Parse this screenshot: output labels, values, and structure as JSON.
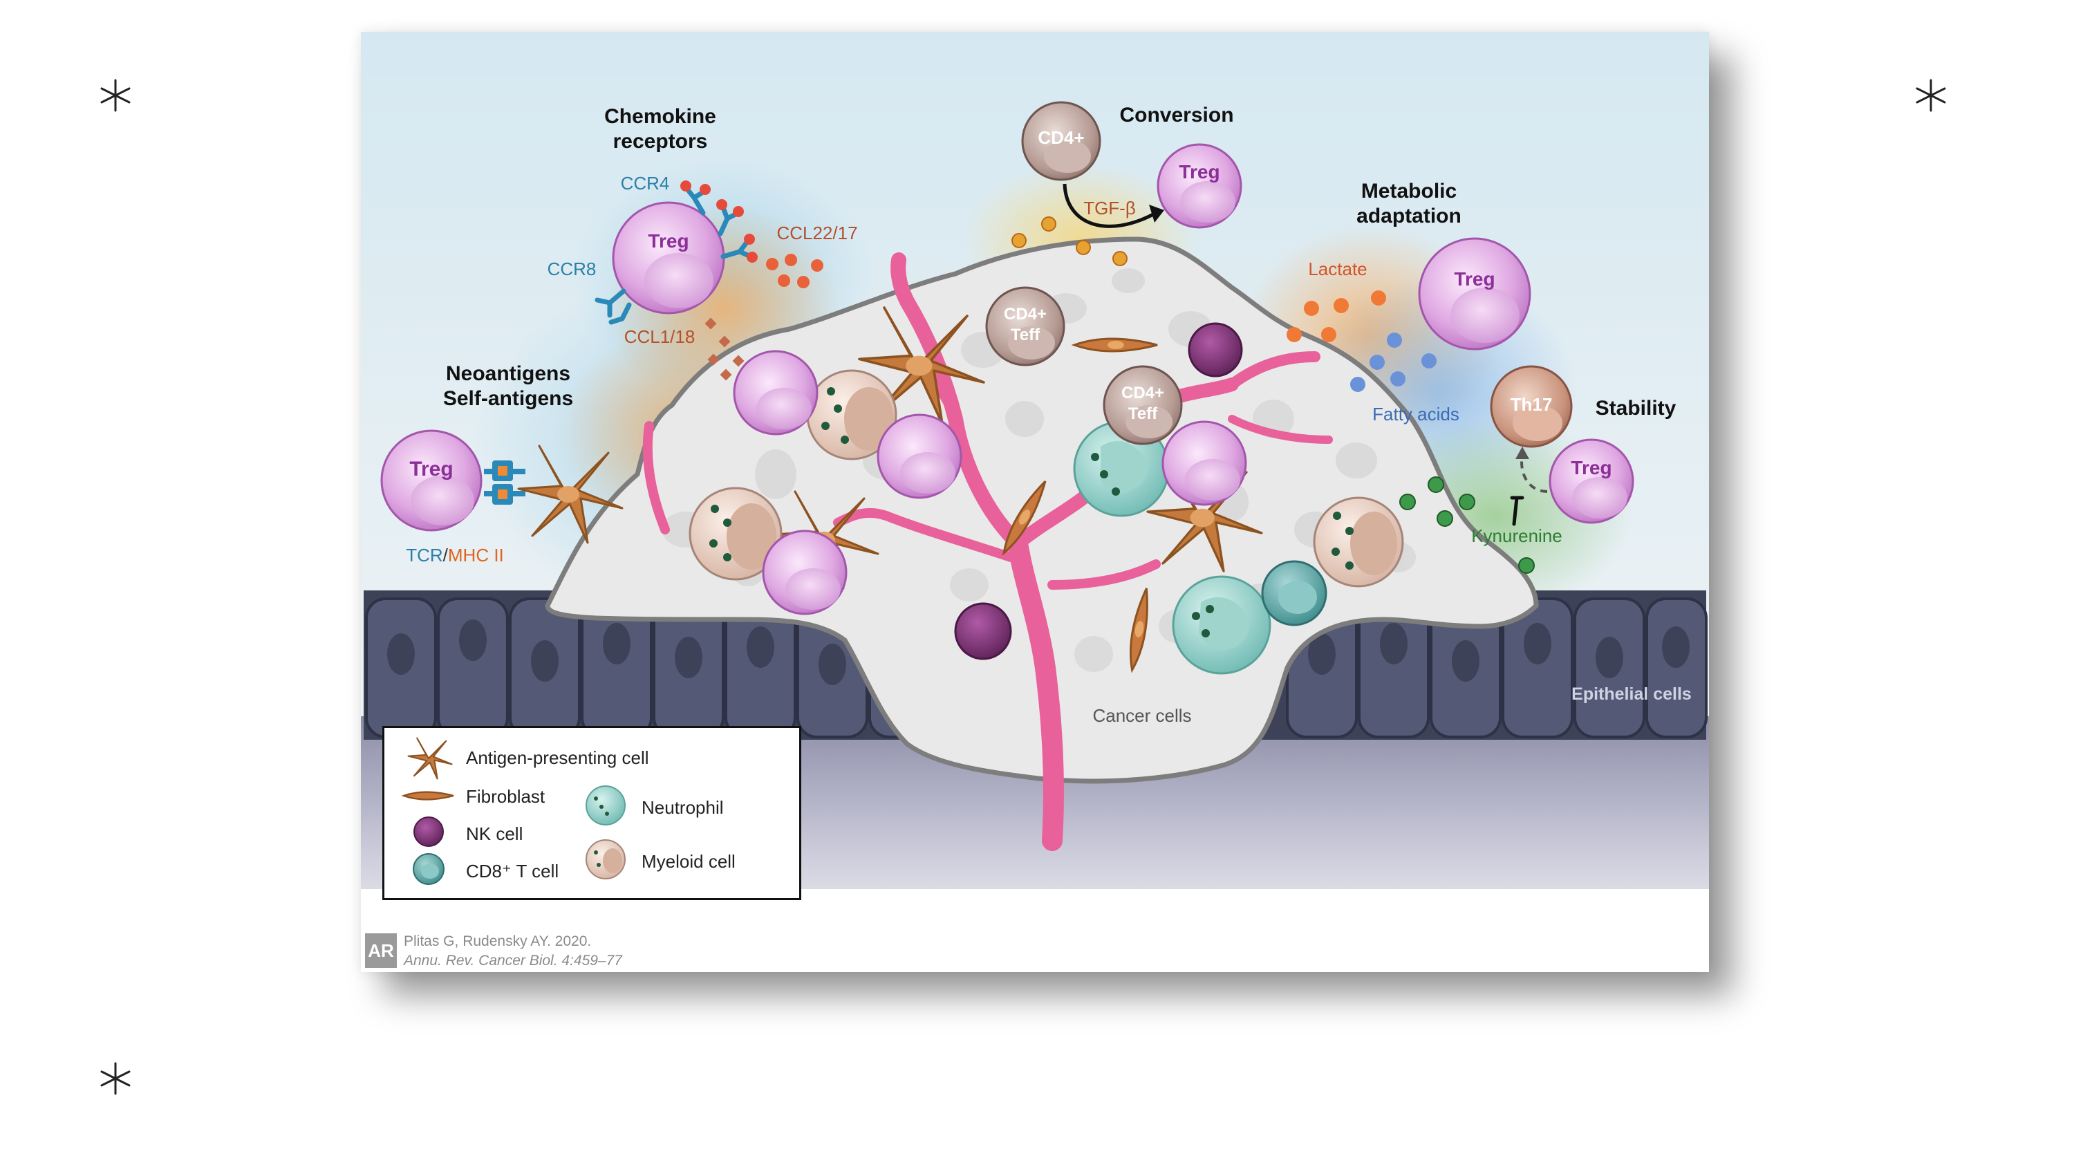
{
  "figure": {
    "sections": {
      "chemokine": "Chemokine receptors",
      "conversion": "Conversion",
      "metabolic": "Metabolic adaptation",
      "neoantigens_line1": "Neoantigens",
      "neoantigens_line2": "Self-antigens",
      "stability": "Stability"
    },
    "cells": {
      "treg": "Treg",
      "cd4": "CD4+",
      "cd4_teff_line1": "CD4+",
      "cd4_teff_line2": "Teff",
      "th17": "Th17"
    },
    "labels": {
      "ccr4": "CCR4",
      "ccr8": "CCR8",
      "ccl22_17": "CCL22/17",
      "ccl1_18": "CCL1/18",
      "tgf_beta": "TGF-β",
      "lactate": "Lactate",
      "fatty_acids": "Fatty acids",
      "kynurenine": "Kynurenine",
      "tcr": "TCR",
      "slash": "/",
      "mhc2": "MHC II",
      "cancer_cells": "Cancer cells",
      "epithelial_cells": "Epithelial cells"
    },
    "legend": {
      "apc": "Antigen-presenting cell",
      "fibroblast": "Fibroblast",
      "nk": "NK cell",
      "cd8": "CD8⁺ T cell",
      "neutrophil": "Neutrophil",
      "myeloid": "Myeloid cell"
    },
    "citation": {
      "line1": "Plitas G, Rudensky AY. 2020.",
      "line2": "Annu. Rev. Cancer Biol. 4:459–77",
      "logo": "AR"
    },
    "colors": {
      "treg": "#c77fcf",
      "vessel": "#e8619a",
      "apc": "#c47a3c",
      "epithelium": "#4a5068",
      "section_title": "#111111",
      "ccr_label": "#2a7fa8",
      "chemokine_label": "#b4502a",
      "fatty_acid_label": "#3a6cb4",
      "kynurenine_label": "#2e7d32",
      "mhc_label": "#e0651e"
    }
  }
}
